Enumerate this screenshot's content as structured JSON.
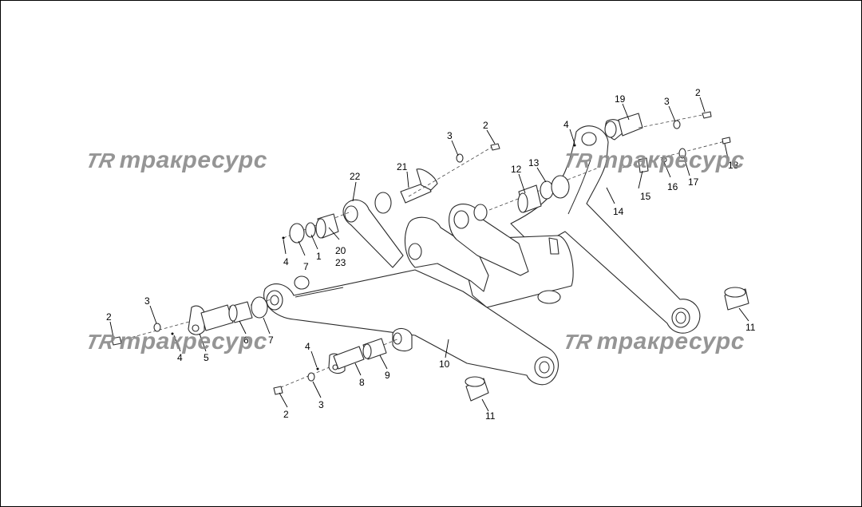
{
  "watermark": {
    "logo": "TR",
    "text": "тракресурс"
  },
  "callouts": [
    {
      "id": "c-2a",
      "text": "2"
    },
    {
      "id": "c-3a",
      "text": "3"
    },
    {
      "id": "c-2b",
      "text": "2"
    },
    {
      "id": "c-3b",
      "text": "3"
    },
    {
      "id": "c-19",
      "text": "19"
    },
    {
      "id": "c-4a",
      "text": "4"
    },
    {
      "id": "c-18",
      "text": "18"
    },
    {
      "id": "c-17",
      "text": "17"
    },
    {
      "id": "c-16",
      "text": "16"
    },
    {
      "id": "c-15",
      "text": "15"
    },
    {
      "id": "c-14",
      "text": "14"
    },
    {
      "id": "c-13",
      "text": "13"
    },
    {
      "id": "c-12",
      "text": "12"
    },
    {
      "id": "c-21",
      "text": "21"
    },
    {
      "id": "c-22",
      "text": "22"
    },
    {
      "id": "c-20",
      "text": "20"
    },
    {
      "id": "c-23",
      "text": "23"
    },
    {
      "id": "c-1",
      "text": "1"
    },
    {
      "id": "c-7a",
      "text": "7"
    },
    {
      "id": "c-4b",
      "text": "4"
    },
    {
      "id": "c-2c",
      "text": "2"
    },
    {
      "id": "c-3c",
      "text": "3"
    },
    {
      "id": "c-4c",
      "text": "4"
    },
    {
      "id": "c-5",
      "text": "5"
    },
    {
      "id": "c-6",
      "text": "6"
    },
    {
      "id": "c-7b",
      "text": "7"
    },
    {
      "id": "c-4d",
      "text": "4"
    },
    {
      "id": "c-8",
      "text": "8"
    },
    {
      "id": "c-9",
      "text": "9"
    },
    {
      "id": "c-10",
      "text": "10"
    },
    {
      "id": "c-2d",
      "text": "2"
    },
    {
      "id": "c-3d",
      "text": "3"
    },
    {
      "id": "c-11a",
      "text": "11"
    },
    {
      "id": "c-11b",
      "text": "11"
    }
  ]
}
